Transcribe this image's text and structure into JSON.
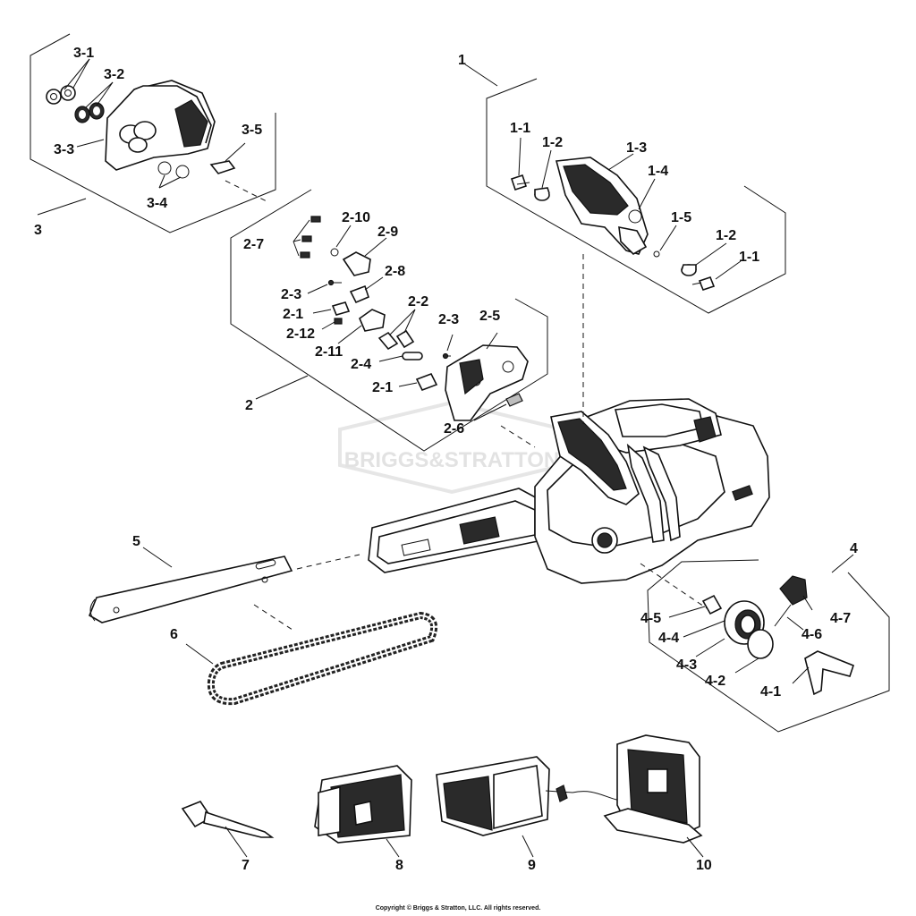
{
  "watermark": "BRIGGS&STRATTON",
  "copyright": "Copyright © Briggs & Stratton, LLC. All rights reserved.",
  "callouts": {
    "c1": "1",
    "c1_1a": "1-1",
    "c1_2a": "1-2",
    "c1_3": "1-3",
    "c1_4": "1-4",
    "c1_5": "1-5",
    "c1_2b": "1-2",
    "c1_1b": "1-1",
    "c2": "2",
    "c2_1a": "2-1",
    "c2_1b": "2-1",
    "c2_2": "2-2",
    "c2_3a": "2-3",
    "c2_3b": "2-3",
    "c2_4": "2-4",
    "c2_5": "2-5",
    "c2_6": "2-6",
    "c2_7": "2-7",
    "c2_8": "2-8",
    "c2_9": "2-9",
    "c2_10": "2-10",
    "c2_11": "2-11",
    "c2_12": "2-12",
    "c3": "3",
    "c3_1": "3-1",
    "c3_2": "3-2",
    "c3_3": "3-3",
    "c3_4": "3-4",
    "c3_5": "3-5",
    "c4": "4",
    "c4_1": "4-1",
    "c4_2": "4-2",
    "c4_3": "4-3",
    "c4_4": "4-4",
    "c4_5": "4-5",
    "c4_6": "4-6",
    "c4_7": "4-7",
    "c5": "5",
    "c6": "6",
    "c7": "7",
    "c8": "8",
    "c9": "9",
    "c10": "10"
  }
}
